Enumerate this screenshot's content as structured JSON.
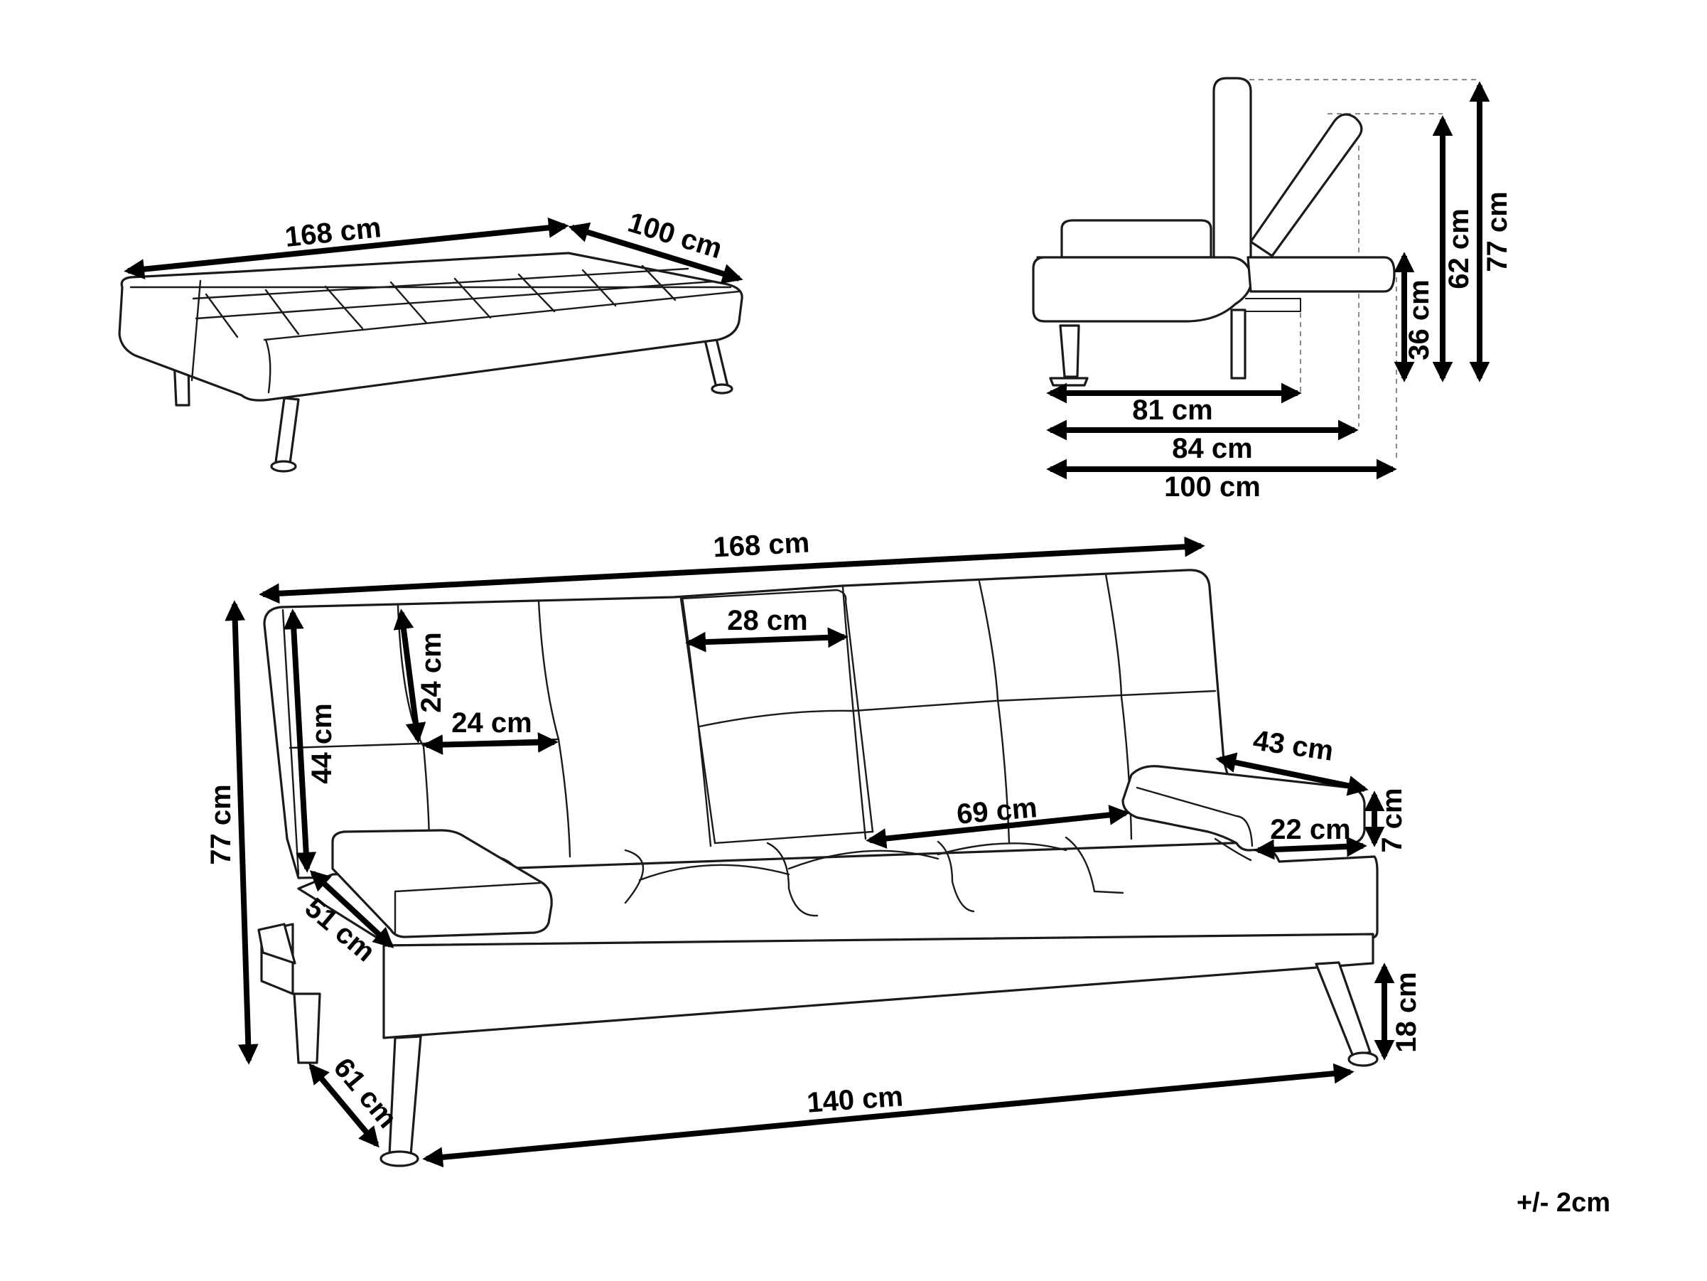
{
  "bed_view": {
    "width_label": "168 cm",
    "depth_label": "100 cm"
  },
  "side_view": {
    "height_full_label": "77 cm",
    "height_reclined_label": "62 cm",
    "height_bed_label": "36 cm",
    "depth_seat_label": "81 cm",
    "depth_reclined_label": "84 cm",
    "depth_bed_label": "100 cm"
  },
  "front_view": {
    "width_label": "168 cm",
    "height_label": "77 cm",
    "backrest_height_label": "44 cm",
    "tuft_height_label": "24 cm",
    "tuft_width_label": "24 cm",
    "middle_section_label": "28 cm",
    "seat_width_label": "69 cm",
    "armrest_length_label": "43 cm",
    "armrest_height_label": "7 cm",
    "armrest_width_label": "22 cm",
    "seat_depth_label": "51 cm",
    "leg_depth_label": "61 cm",
    "leg_span_label": "140 cm",
    "leg_height_label": "18 cm"
  },
  "tolerance_note": "+/- 2cm"
}
